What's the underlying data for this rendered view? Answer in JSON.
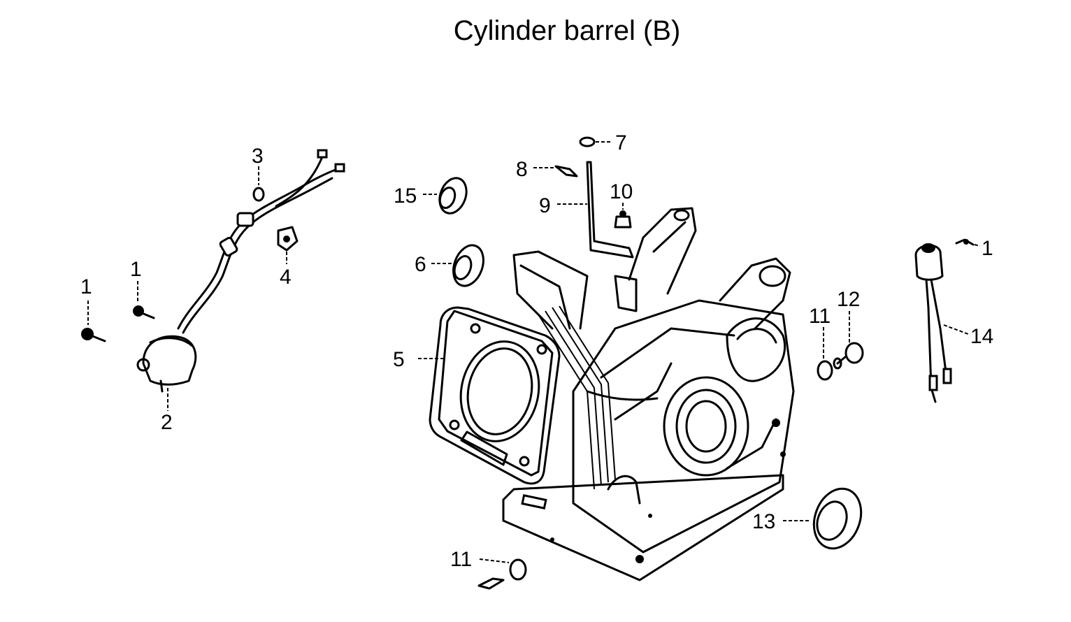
{
  "diagram": {
    "title": "Cylinder barrel (B)",
    "callouts": {
      "c1a": "1",
      "c1b": "1",
      "c1c": "1",
      "c2": "2",
      "c3": "3",
      "c4": "4",
      "c5": "5",
      "c6": "6",
      "c7": "7",
      "c8": "8",
      "c9": "9",
      "c10": "10",
      "c11a": "11",
      "c11b": "11",
      "c12": "12",
      "c13": "13",
      "c14": "14",
      "c15": "15"
    }
  }
}
